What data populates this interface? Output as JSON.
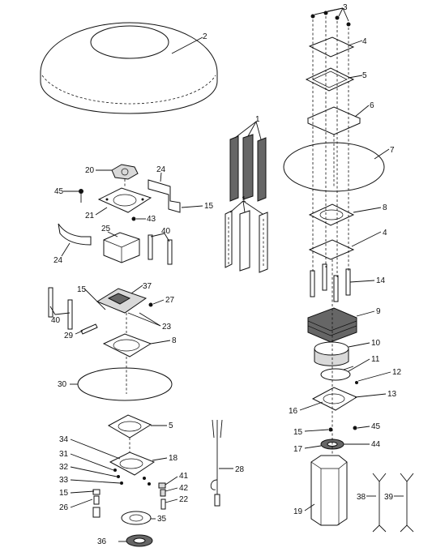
{
  "labels": {
    "l1a": "1",
    "l1b": "1",
    "l2": "2",
    "l3": "3",
    "l4a": "4",
    "l4b": "4",
    "l5a": "5",
    "l5b": "5",
    "l6": "6",
    "l7": "7",
    "l8a": "8",
    "l8b": "8",
    "l9": "9",
    "l10": "10",
    "l11": "11",
    "l12": "12",
    "l13": "13",
    "l14": "14",
    "l15a": "15",
    "l15b": "15",
    "l15c": "15",
    "l15d": "15",
    "l16": "16",
    "l17": "17",
    "l18": "18",
    "l19": "19",
    "l20": "20",
    "l21": "21",
    "l22": "22",
    "l23": "23",
    "l24a": "24",
    "l24b": "24",
    "l25": "25",
    "l26": "26",
    "l27": "27",
    "l28": "28",
    "l29": "29",
    "l30": "30",
    "l31": "31",
    "l32": "32",
    "l33": "33",
    "l34": "34",
    "l35": "35",
    "l36": "36",
    "l37": "37",
    "l38": "38",
    "l39": "39",
    "l40a": "40",
    "l40b": "40",
    "l41": "41",
    "l42": "42",
    "l43": "43",
    "l44": "44",
    "l45a": "45",
    "l45b": "45"
  }
}
